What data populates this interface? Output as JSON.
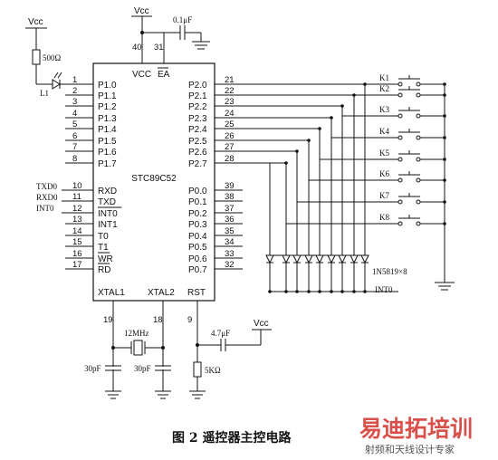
{
  "chip": {
    "name": "STC89C52",
    "vcc_label": "VCC",
    "ea_label": "EA",
    "xtal1_label": "XTAL1",
    "xtal2_label": "XTAL2",
    "rst_label": "RST",
    "top_pins": [
      "40",
      "31"
    ],
    "bottom_pins": [
      "19",
      "18",
      "9"
    ],
    "left_pins": [
      {
        "num": "1",
        "label": "P1.0"
      },
      {
        "num": "2",
        "label": "P1.1"
      },
      {
        "num": "3",
        "label": "P1.2"
      },
      {
        "num": "4",
        "label": "P1.3"
      },
      {
        "num": "5",
        "label": "P1.4"
      },
      {
        "num": "6",
        "label": "P1.5"
      },
      {
        "num": "7",
        "label": "P1.6"
      },
      {
        "num": "8",
        "label": "P1.7"
      },
      {
        "num": "10",
        "label": "RXD"
      },
      {
        "num": "11",
        "label": "TXD"
      },
      {
        "num": "12",
        "label": "INT0"
      },
      {
        "num": "13",
        "label": "INT1"
      },
      {
        "num": "14",
        "label": "T0"
      },
      {
        "num": "15",
        "label": "T1"
      },
      {
        "num": "16",
        "label": "WR"
      },
      {
        "num": "17",
        "label": "RD"
      }
    ],
    "right_pins": [
      {
        "num": "21",
        "label": "P2.0"
      },
      {
        "num": "22",
        "label": "P2.1"
      },
      {
        "num": "23",
        "label": "P2.2"
      },
      {
        "num": "24",
        "label": "P2.3"
      },
      {
        "num": "25",
        "label": "P2.4"
      },
      {
        "num": "26",
        "label": "P2.5"
      },
      {
        "num": "27",
        "label": "P2.6"
      },
      {
        "num": "28",
        "label": "P2.7"
      },
      {
        "num": "39",
        "label": "P0.0"
      },
      {
        "num": "38",
        "label": "P0.1"
      },
      {
        "num": "37",
        "label": "P0.2"
      },
      {
        "num": "36",
        "label": "P0.3"
      },
      {
        "num": "35",
        "label": "P0.4"
      },
      {
        "num": "34",
        "label": "P0.5"
      },
      {
        "num": "33",
        "label": "P0.6"
      },
      {
        "num": "32",
        "label": "P0.7"
      }
    ]
  },
  "labels": {
    "vcc_top": "Vcc",
    "vcc_left": "Vcc",
    "vcc_rst": "Vcc",
    "cap_ea": "0.1μF",
    "resistor_led": "500Ω",
    "led": "L1",
    "txd0": "TXD0",
    "rxd0": "RXD0",
    "int0_left": "INT0",
    "crystal": "12MHz",
    "cap_x1": "30pF",
    "cap_x2": "30pF",
    "cap_rst": "4.7μF",
    "res_rst": "5KΩ",
    "diodes": "1N5819×8",
    "int0_right": "INT0"
  },
  "keys": [
    "K1",
    "K2",
    "K3",
    "K4",
    "K5",
    "K6",
    "K7",
    "K8"
  ],
  "caption": "图 2  遥控器主控电路",
  "watermark": {
    "main": "易迪拓培训",
    "sub": "射频和天线设计专家"
  }
}
